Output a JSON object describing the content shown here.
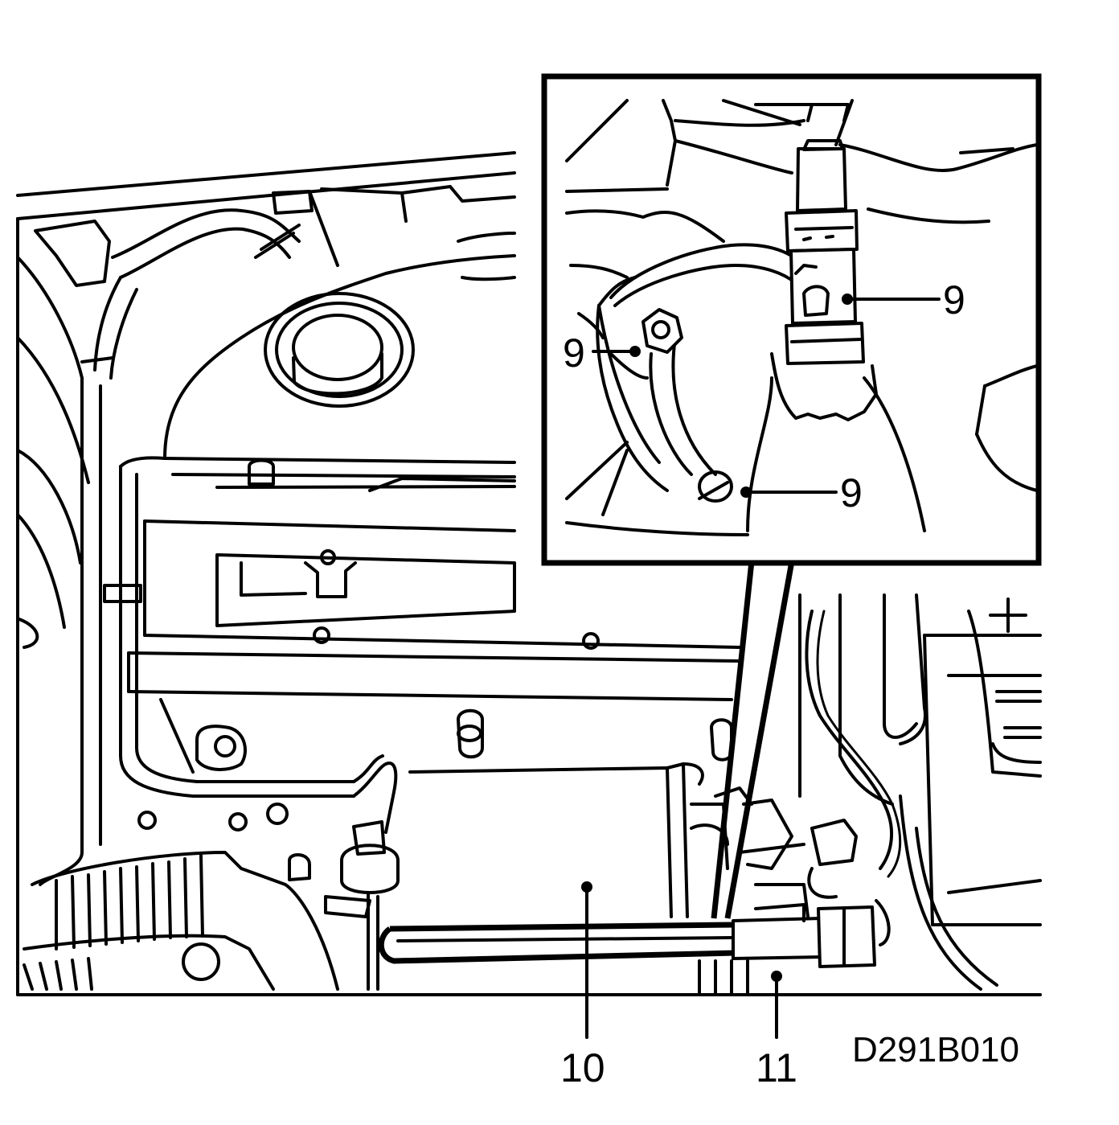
{
  "figure": {
    "drawing_code": "D291B010",
    "callouts": {
      "inset_sensor": "9",
      "inset_nut": "9",
      "inset_tube_end": "9",
      "main_pipe": "10",
      "main_connector": "11"
    }
  },
  "colors": {
    "ink": "#000000",
    "paper": "#ffffff"
  }
}
